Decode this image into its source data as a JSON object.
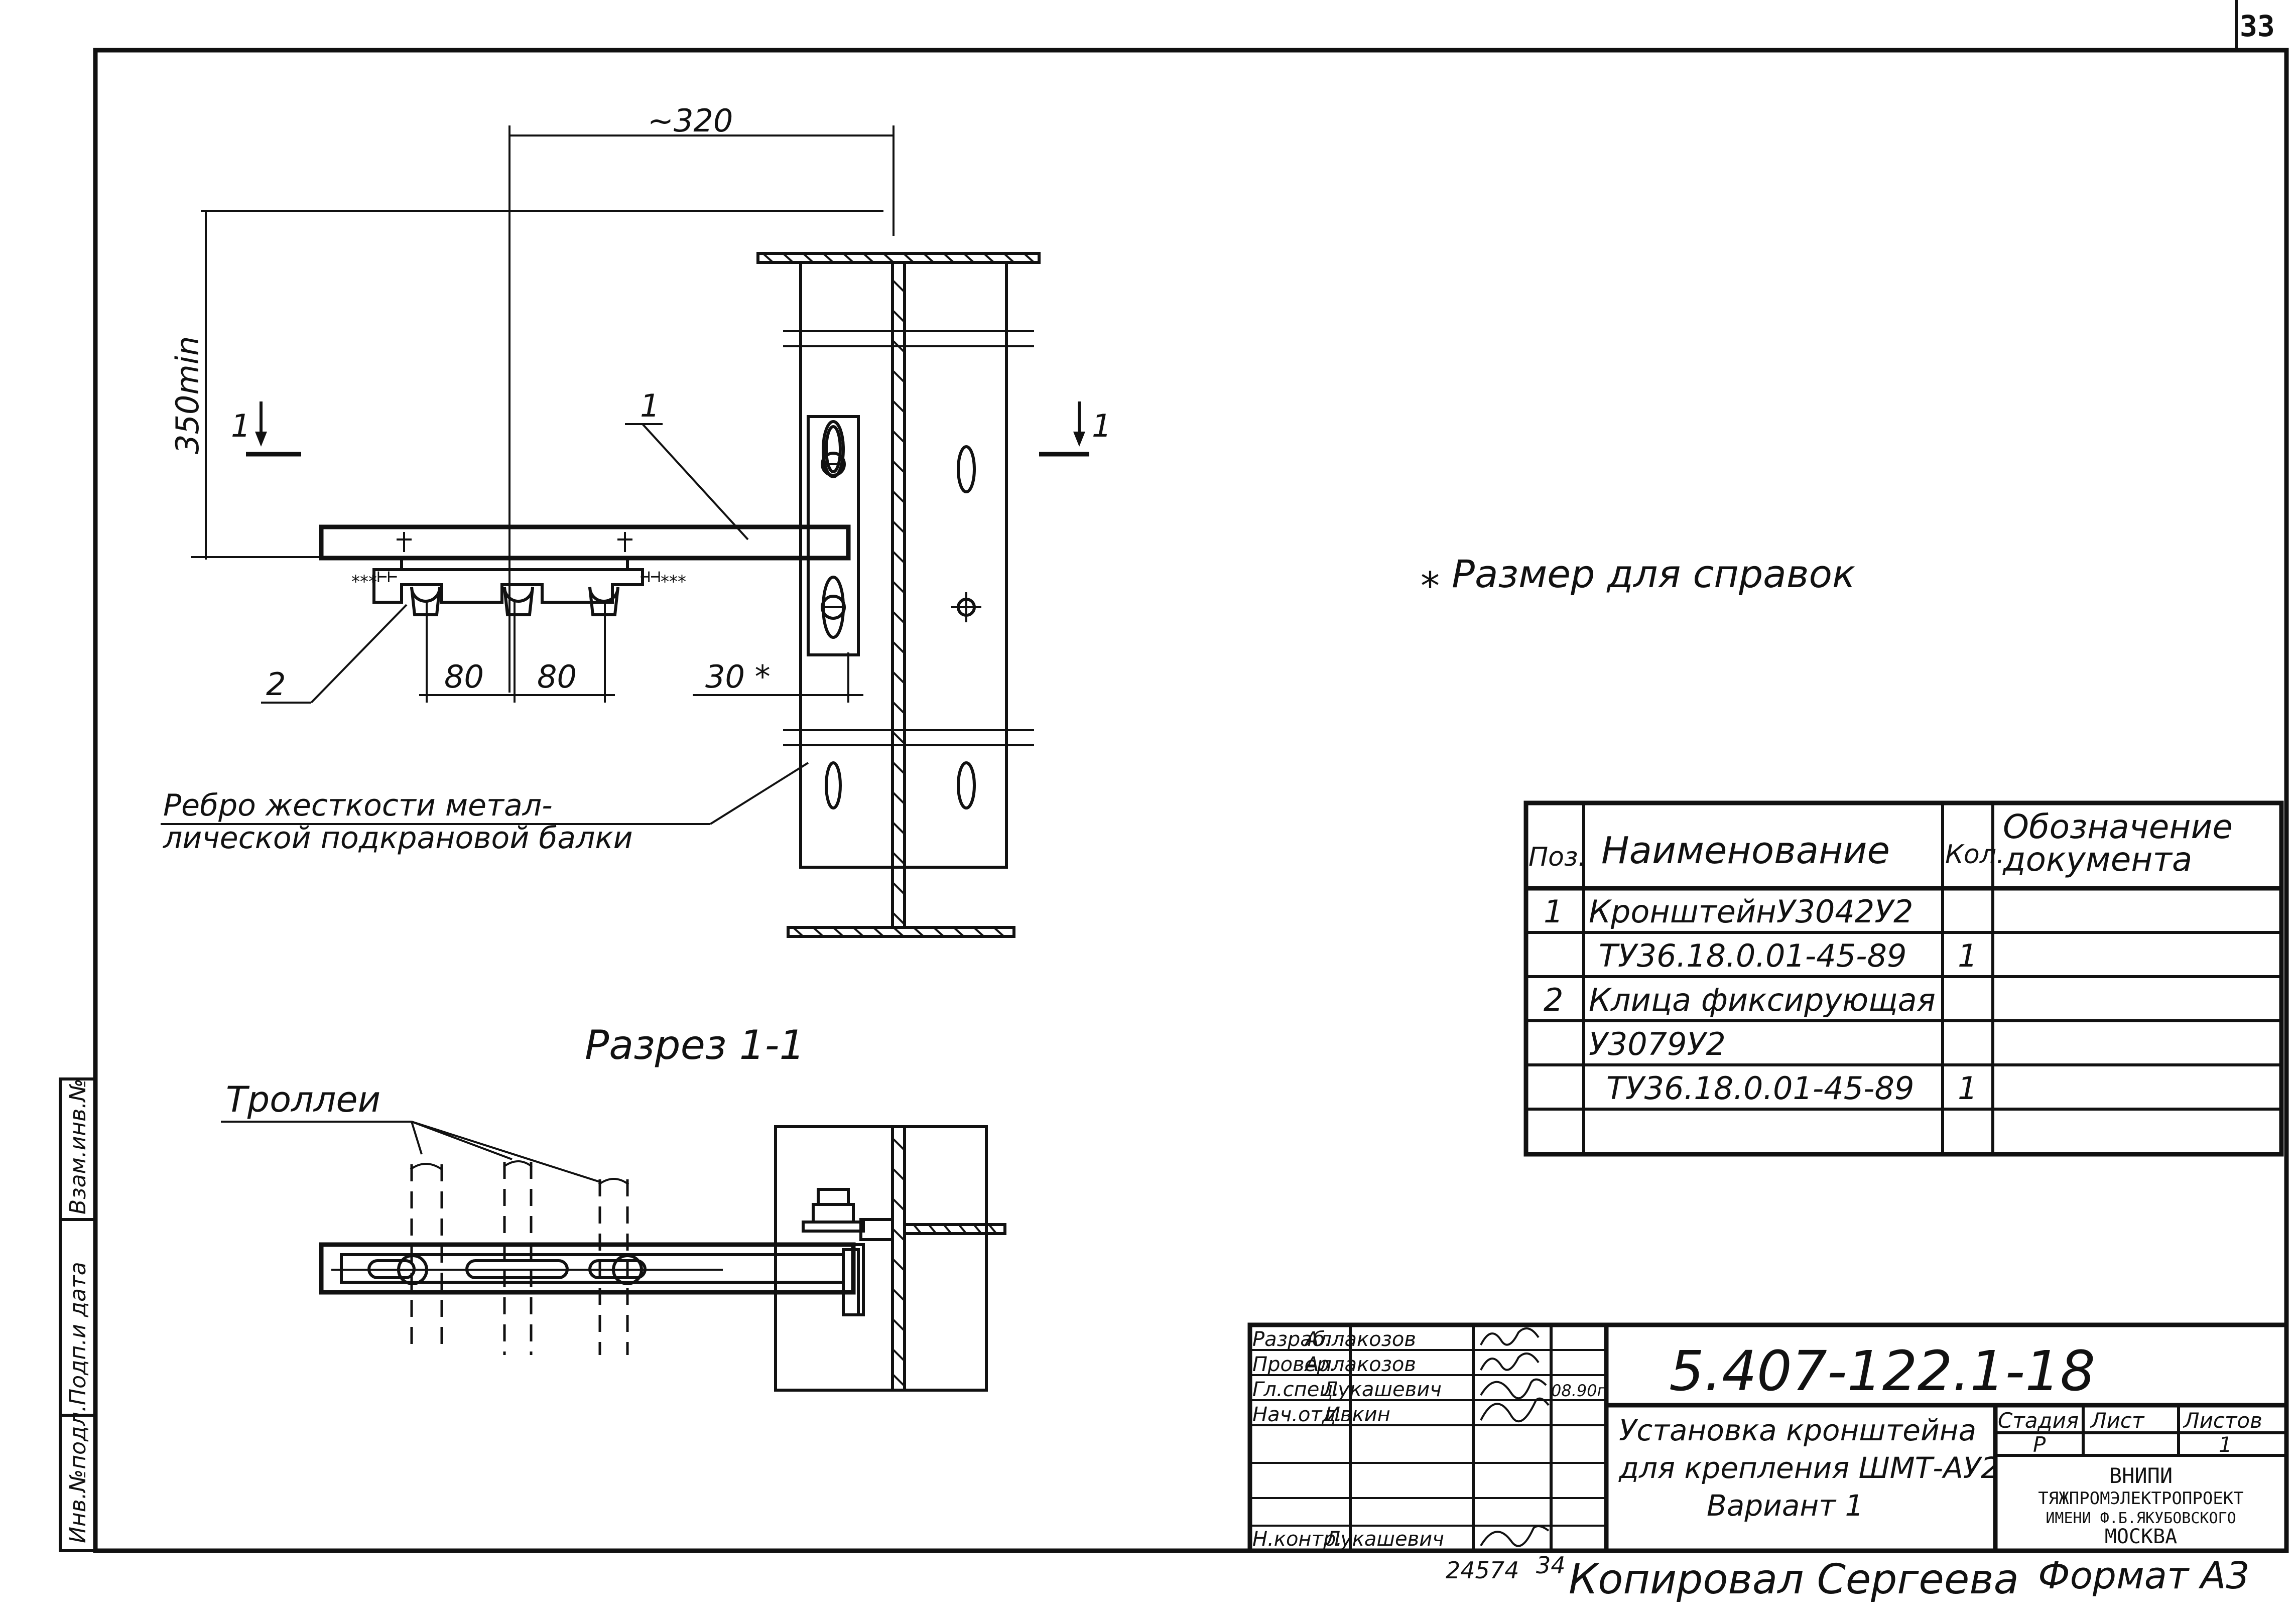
{
  "sheet": {
    "number": "33",
    "format_label": "Формат А3",
    "copied_by": "Копировал Сергеева",
    "archive_number": "24574",
    "archive_sheet": "34"
  },
  "drawing": {
    "dim_width": "~320",
    "dim_height": "350min",
    "dim_pitch_1": "80",
    "dim_pitch_2": "80",
    "dim_offset": "30 *",
    "section_mark_left": "1",
    "section_mark_right": "1",
    "callout_1": "1",
    "callout_2": "2",
    "rib_label_line1": "Ребро жесткости метал-",
    "rib_label_line2": "лической подкрановой балки",
    "reference_note": "⁎ Размер для справок",
    "section_title": "Разрез 1-1",
    "trolley_label": "Троллеи"
  },
  "spec_table": {
    "headers": {
      "pos": "Поз.",
      "name": "Наименование",
      "qty": "Кол.",
      "doc_line1": "Обозначение",
      "doc_line2": "документа"
    },
    "rows": [
      {
        "pos": "1",
        "name": "КронштейнУ3042У2",
        "qty": ""
      },
      {
        "pos": "",
        "name": "ТУ36.18.0.01-45-89",
        "qty": "1"
      },
      {
        "pos": "2",
        "name": "Клица фиксирующая",
        "qty": ""
      },
      {
        "pos": "",
        "name": "У3079У2",
        "qty": ""
      },
      {
        "pos": "",
        "name": "ТУ36.18.0.01-45-89",
        "qty": "1"
      },
      {
        "pos": "",
        "name": "",
        "qty": ""
      }
    ]
  },
  "title_block": {
    "doc_code": "5.407-122.1-18",
    "title_line1": "Установка кронштейна",
    "title_line2": "для крепления ШМТ-АУ2",
    "title_line3": "Вариант 1",
    "stage_header": "Стадия",
    "sheet_header": "Лист",
    "sheets_header": "Листов",
    "stage_value": "Р",
    "sheet_value": "",
    "sheets_value": "1",
    "org_line1": "ВНИПИ",
    "org_line2": "ТЯЖПРОМЭЛЕКТРОПРОЕКТ",
    "org_line3": "ИМЕНИ Ф.Б.ЯКУБОВСКОГО",
    "org_line4": "МОСКВА",
    "roles": [
      {
        "role": "Разраб.",
        "name": "Аллакозов",
        "date": ""
      },
      {
        "role": "Провер.",
        "name": "Аллакозов",
        "date": ""
      },
      {
        "role": "Гл.спец.",
        "name": "Лукашевич",
        "date": "08.90г"
      },
      {
        "role": "Нач.отд.",
        "name": "Ивкин",
        "date": ""
      },
      {
        "role": "",
        "name": "",
        "date": ""
      },
      {
        "role": "",
        "name": "",
        "date": ""
      },
      {
        "role": "Н.контр.",
        "name": "Лукашевич",
        "date": ""
      }
    ]
  },
  "side_stamp": {
    "inv_no": "Инв.№подл.",
    "sign_date": "Подп.и дата",
    "replace_inv": "Взам.инв.№"
  }
}
